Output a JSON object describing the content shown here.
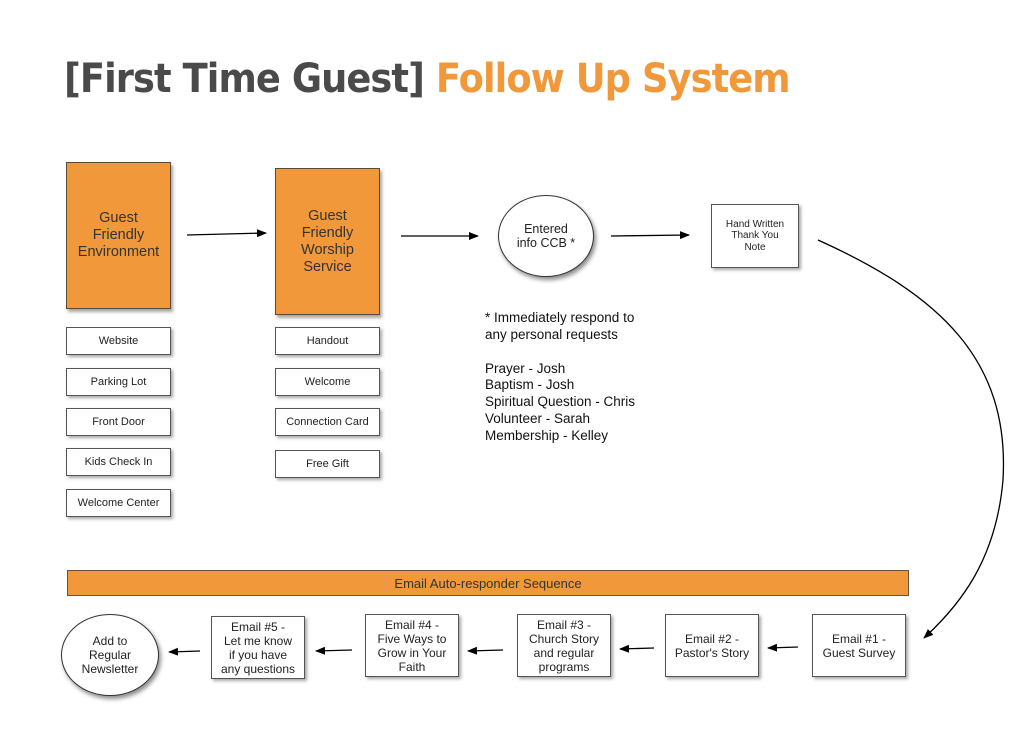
{
  "title": {
    "part1": "[First Time Guest]",
    "part2": "Follow Up System"
  },
  "colors": {
    "accent": "#f0983a",
    "title_dark": "#4a4a4a"
  },
  "main_boxes": {
    "environment": "Guest\nFriendly\nEnvironment",
    "worship": "Guest\nFriendly\nWorship\nService"
  },
  "environment_items": [
    "Website",
    "Parking Lot",
    "Front Door",
    "Kids Check In",
    "Welcome Center"
  ],
  "worship_items": [
    "Handout",
    "Welcome",
    "Connection Card",
    "Free Gift"
  ],
  "entered_ccb": "Entered\ninfo CCB *",
  "thank_you_note": "Hand Written\nThank You\nNote",
  "note": {
    "intro": "* Immediately respond to\nany personal requests",
    "assignments": [
      "Prayer - Josh",
      "Baptism - Josh",
      "Spiritual Question - Chris",
      "Volunteer - Sarah",
      "Membership - Kelley"
    ]
  },
  "sequence_banner": "Email Auto-responder Sequence",
  "emails": [
    "Email #1 -\nGuest Survey",
    "Email #2 -\nPastor's Story",
    "Email #3 -\nChurch Story\nand regular\nprograms",
    "Email #4 -\nFive Ways to\nGrow in Your\nFaith",
    "Email #5 -\nLet me know\nif you have\nany questions"
  ],
  "newsletter": "Add to\nRegular\nNewsletter"
}
